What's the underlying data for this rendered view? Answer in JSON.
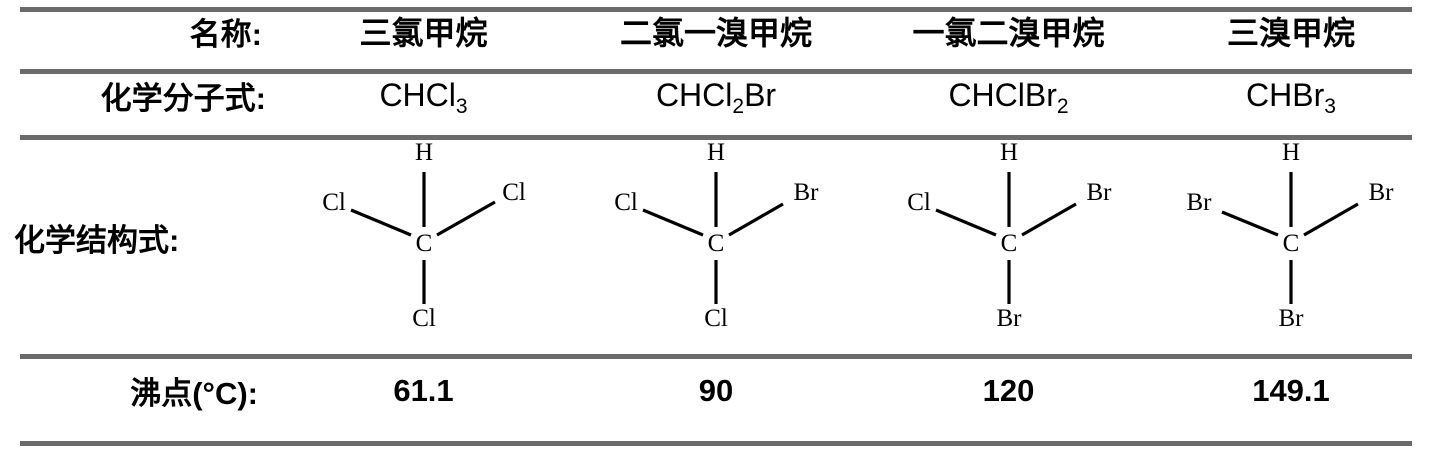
{
  "table": {
    "row_labels": {
      "name": "名称:",
      "molecular_formula": "化学分子式:",
      "structural_formula": "化学结构式:",
      "boiling_point": "沸点(°C):"
    },
    "columns": [
      {
        "name": "三氯甲烷",
        "formula_main": "CHCl",
        "formula_sub": "3",
        "formula_plain": "CHCl3",
        "structure": {
          "center": "C",
          "top": "H",
          "left": "Cl",
          "right": "Cl",
          "bottom": "Cl"
        },
        "boiling_point": "61.1"
      },
      {
        "name": "二氯一溴甲烷",
        "formula_main": "CHCl",
        "formula_sub": "2",
        "formula_tail": "Br",
        "formula_plain": "CHCl2Br",
        "structure": {
          "center": "C",
          "top": "H",
          "left": "Cl",
          "right": "Br",
          "bottom": "Cl"
        },
        "boiling_point": "90"
      },
      {
        "name": "一氯二溴甲烷",
        "formula_main": "CHClBr",
        "formula_sub": "2",
        "formula_plain": "CHClBr2",
        "structure": {
          "center": "C",
          "top": "H",
          "left": "Cl",
          "right": "Br",
          "bottom": "Br"
        },
        "boiling_point": "120"
      },
      {
        "name": "三溴甲烷",
        "formula_main": "CHBr",
        "formula_sub": "3",
        "formula_plain": "CHBr3",
        "structure": {
          "center": "C",
          "top": "H",
          "left": "Br",
          "right": "Br",
          "bottom": "Br"
        },
        "boiling_point": "149.1"
      }
    ]
  },
  "colors": {
    "rule": "#6b6b6b",
    "text": "#000000",
    "background": "#ffffff"
  }
}
